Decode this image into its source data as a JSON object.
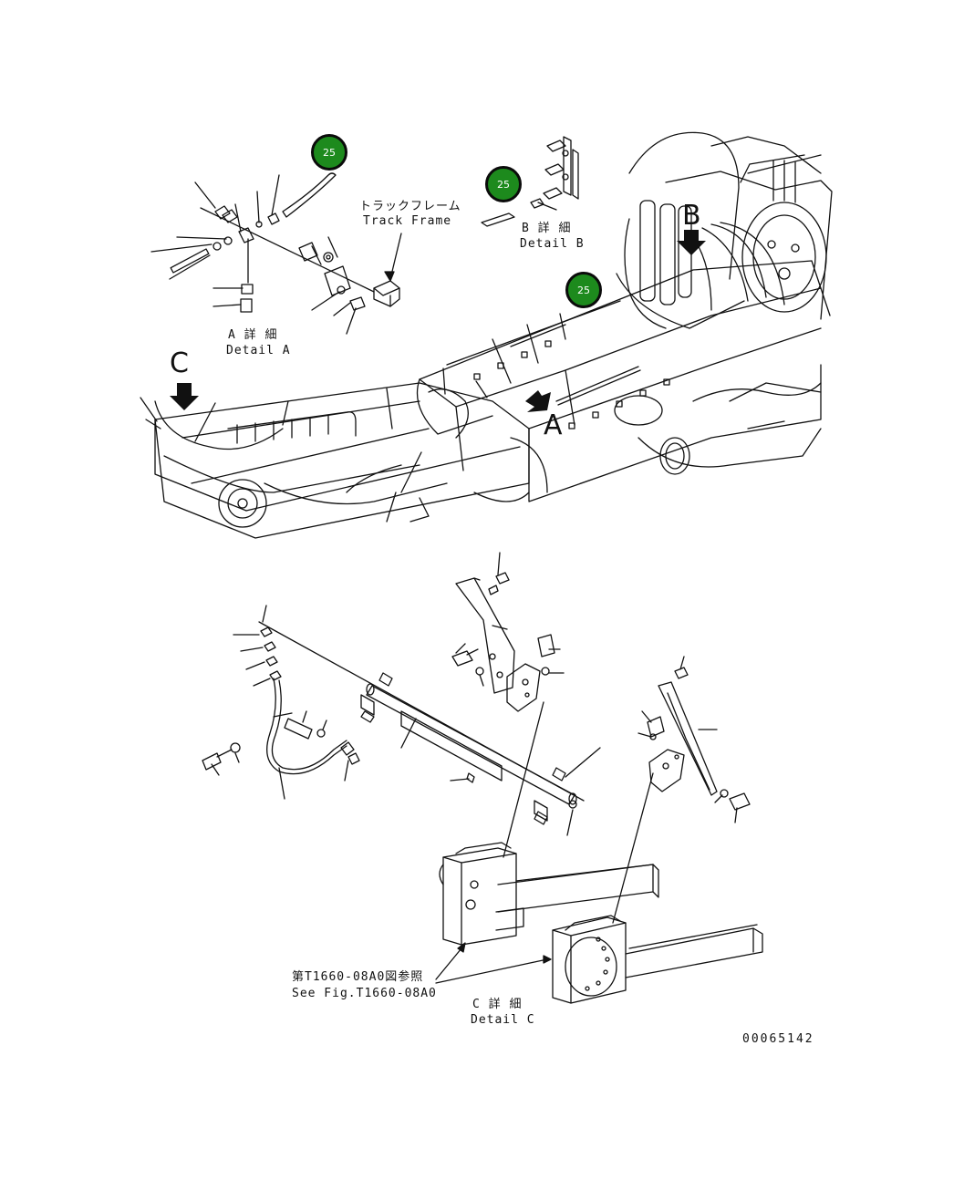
{
  "callouts": [
    {
      "label": "25"
    },
    {
      "label": "25"
    },
    {
      "label": "25"
    }
  ],
  "labels": {
    "track_frame_jp": "トラックフレーム",
    "track_frame_en": "Track Frame",
    "detail_a_jp": "A 詳 細",
    "detail_a_en": "Detail A",
    "detail_b_jp": "B 詳 細",
    "detail_b_en": "Detail B",
    "detail_c_jp": "C 詳 細",
    "detail_c_en": "Detail C",
    "see_fig_jp": "第T1660-08A0図参照",
    "see_fig_en": "See Fig.T1660-08A0",
    "view_a": "A",
    "view_b": "B",
    "view_c": "C",
    "drawing_number": "00065142"
  },
  "colors": {
    "callout_fill": "#1d8a1d",
    "line": "#111111"
  }
}
